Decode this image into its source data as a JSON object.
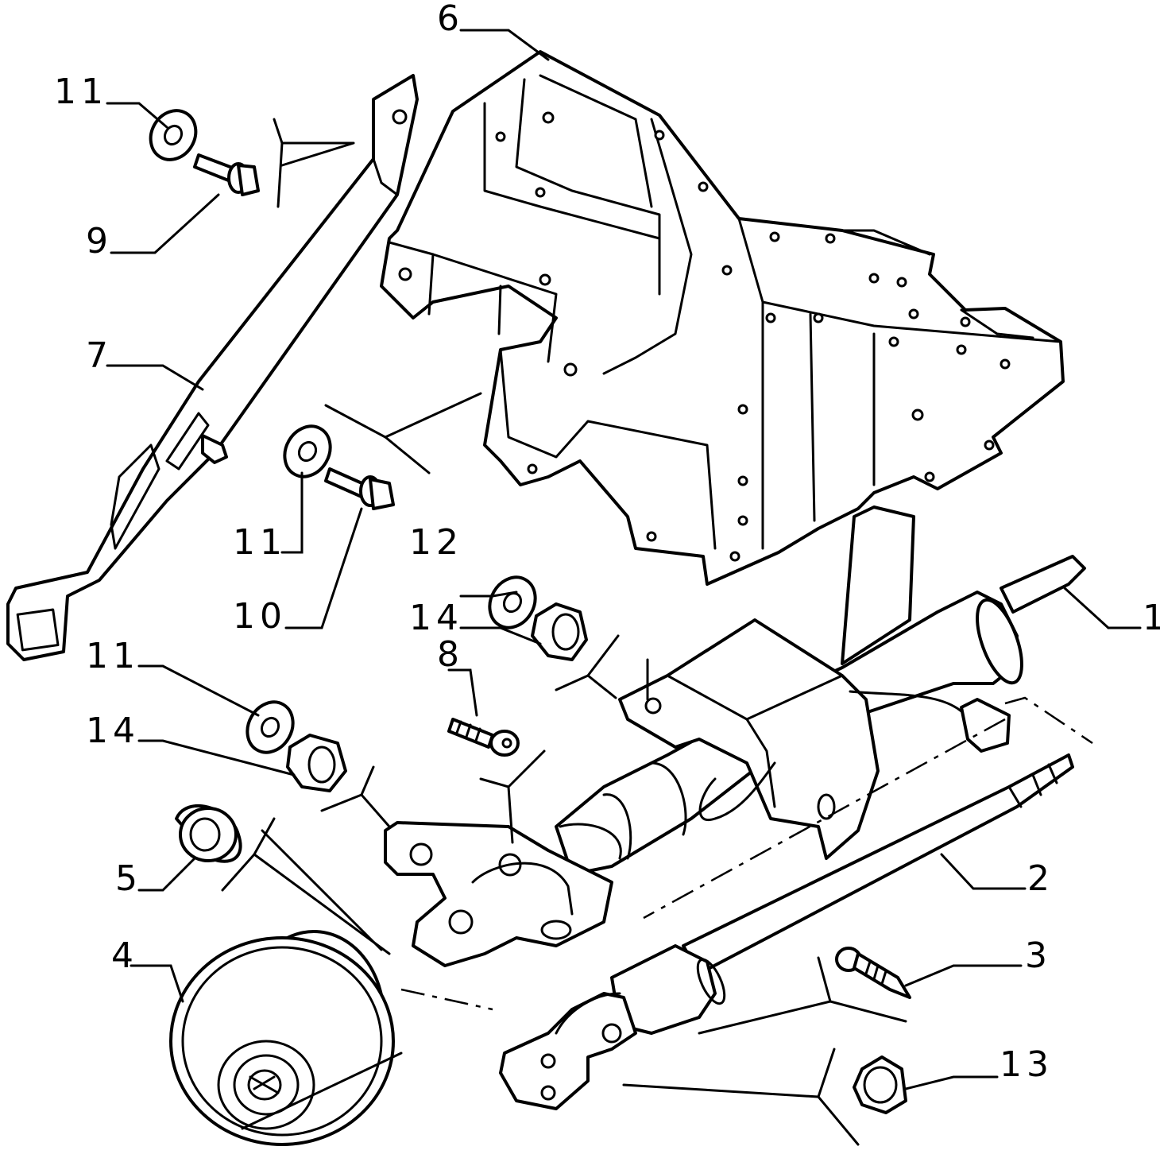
{
  "diagram": {
    "type": "exploded-parts-diagram",
    "callouts": {
      "c1": "1",
      "c2": "2",
      "c3": "3",
      "c4": "4",
      "c5": "5",
      "c6": "6",
      "c7": "7",
      "c8": "8",
      "c9": "9",
      "c10": "10",
      "c11a": "11",
      "c11b": "11",
      "c11c": "11",
      "c12": "12",
      "c13": "13",
      "c14a": "14",
      "c14b": "14"
    },
    "line_color": "#000000",
    "background_color": "#ffffff"
  }
}
